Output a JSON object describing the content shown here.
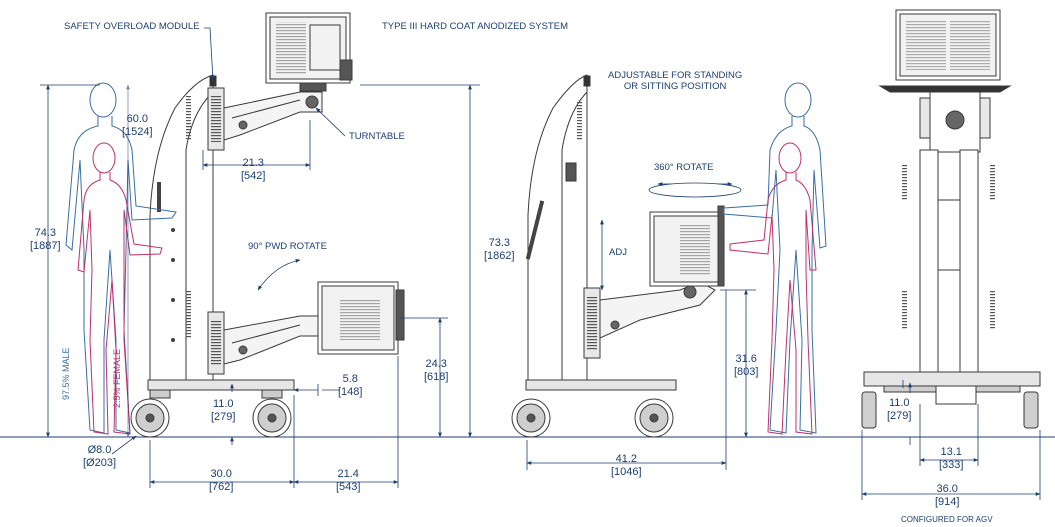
{
  "labels": {
    "safety_overload": "SAFETY OVERLOAD MODULE",
    "anodized": "TYPE III HARD COAT ANODIZED SYSTEM",
    "adjustable": [
      "ADJUSTABLE FOR STANDING",
      "OR SITTING POSITION"
    ],
    "turntable": "TURNTABLE",
    "rotate_360": "360° ROTATE",
    "pwd_rotate": "90° PWD ROTATE",
    "adj": "ADJ",
    "male": "97.5% MALE",
    "female": "2.5% FEMALE",
    "configured": "CONFIGURED FOR AGV"
  },
  "dimensions": {
    "d_60_0": [
      "60.0",
      "[1524]"
    ],
    "d_74_3": [
      "74.3",
      "[1887]"
    ],
    "d_21_3": [
      "21.3",
      "[542]"
    ],
    "d_73_3": [
      "73.3",
      "[1862]"
    ],
    "d_24_3": [
      "24.3",
      "[618]"
    ],
    "d_5_8": [
      "5.8",
      "[148]"
    ],
    "d_11_0_side": [
      "11.0",
      "[279]"
    ],
    "d_8_0": [
      "Ø8.0",
      "[Ø203]"
    ],
    "d_30_0": [
      "30.0",
      "[762]"
    ],
    "d_21_4": [
      "21.4",
      "[543]"
    ],
    "d_41_2": [
      "41.2",
      "[1046]"
    ],
    "d_31_6": [
      "31.6",
      "[803]"
    ],
    "d_11_0_front": [
      "11.0",
      "[279]"
    ],
    "d_13_1": [
      "13.1",
      "[333]"
    ],
    "d_36_0": [
      "36.0",
      "[914]"
    ]
  },
  "colors": {
    "line": "#1c3f73",
    "equipment": "#3a3a3a",
    "male": "#3a6ea5",
    "female": "#c0306a"
  }
}
